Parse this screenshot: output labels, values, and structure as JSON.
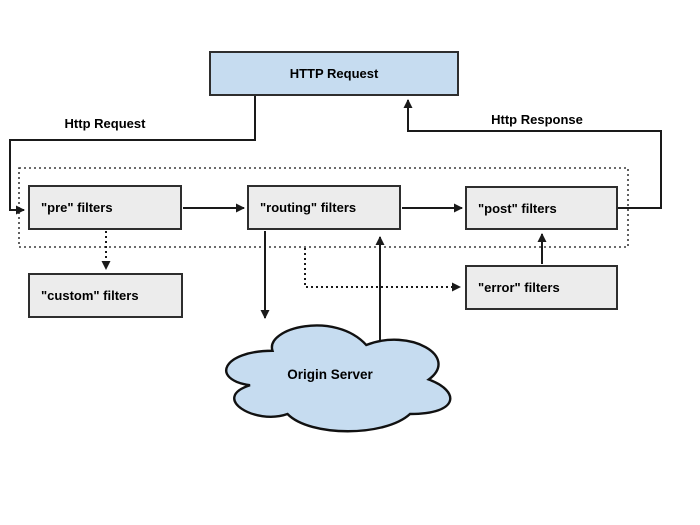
{
  "nodes": {
    "http_request": "HTTP Request",
    "pre_filters": "\"pre\" filters",
    "routing_filters": "\"routing\" filters",
    "post_filters": "\"post\" filters",
    "custom_filters": "\"custom\" filters",
    "error_filters": "\"error\" filters",
    "origin_server": "Origin Server"
  },
  "labels": {
    "request": "Http Request",
    "response": "Http Response"
  },
  "edges": [
    {
      "from": "http_request",
      "to": "pre_filters",
      "style": "solid",
      "label": "Http Request"
    },
    {
      "from": "pre_filters",
      "to": "routing_filters",
      "style": "solid"
    },
    {
      "from": "routing_filters",
      "to": "post_filters",
      "style": "solid"
    },
    {
      "from": "post_filters",
      "to": "http_request",
      "style": "solid",
      "label": "Http Response"
    },
    {
      "from": "routing_filters",
      "to": "origin_server",
      "style": "solid"
    },
    {
      "from": "origin_server",
      "to": "routing_filters",
      "style": "solid"
    },
    {
      "from": "error_filters",
      "to": "post_filters",
      "style": "solid"
    },
    {
      "from": "pre_filters",
      "to": "custom_filters",
      "style": "dotted"
    },
    {
      "from": "filter-chain",
      "to": "error_filters",
      "style": "dotted"
    }
  ],
  "colors": {
    "node_blue": "#c6dcf0",
    "node_gray": "#ececec",
    "border": "#2e2e2e",
    "line": "#1a1a1a",
    "background": "#ffffff"
  }
}
